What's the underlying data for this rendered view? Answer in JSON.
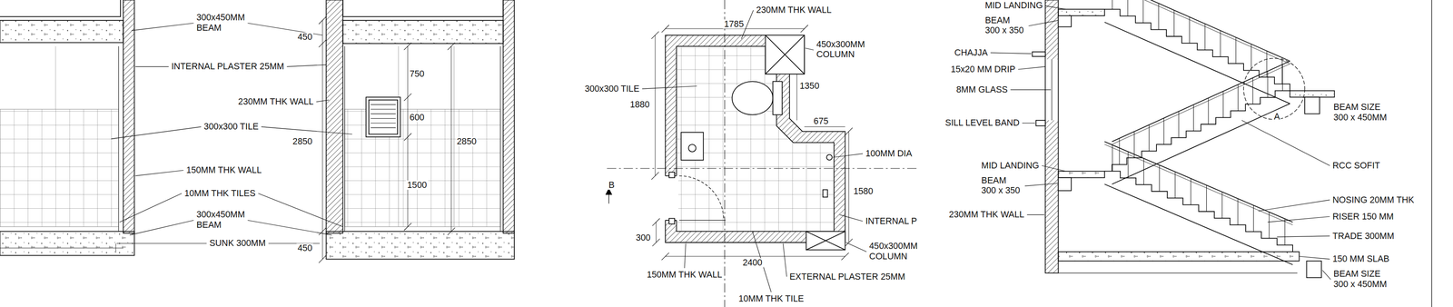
{
  "diagram": {
    "labels": [
      "300x450MM BEAM",
      "450",
      "INTERNAL PLASTER 25MM",
      "230MM THK WALL",
      "750",
      "600",
      "300x300 TILE",
      "2850",
      "2850",
      "1500",
      "150MM THK WALL",
      "10MM THK TILES",
      "300x450MM BEAM",
      "SUNK 300MM",
      "450",
      "230MM THK WALL",
      "1785",
      "450x300MM COLUMN",
      "300x300 TILE",
      "1880",
      "1350",
      "675",
      "100MM DIA",
      "B",
      "1580",
      "INTERNAL P",
      "300",
      "2400",
      "450x300MM COLUMN",
      "150MM THK WALL",
      "EXTERNAL PLASTER 25MM",
      "10MM THK TILE",
      "MID LANDING",
      "BEAM 300 x 350",
      "CHAJJA",
      "15x20 MM DRIP",
      "8MM GLASS",
      "SILL LEVEL BAND",
      "MID LANDING",
      "BEAM 300 x 350",
      "230MM THK WALL",
      "BEAM SIZE 300 x 450MM",
      "A",
      "RCC SOFIT",
      "NOSING 20MM THK",
      "RISER 150 MM",
      "TRADE 300MM",
      "150 MM SLAB",
      "BEAM SIZE 300 x 450MM"
    ]
  }
}
